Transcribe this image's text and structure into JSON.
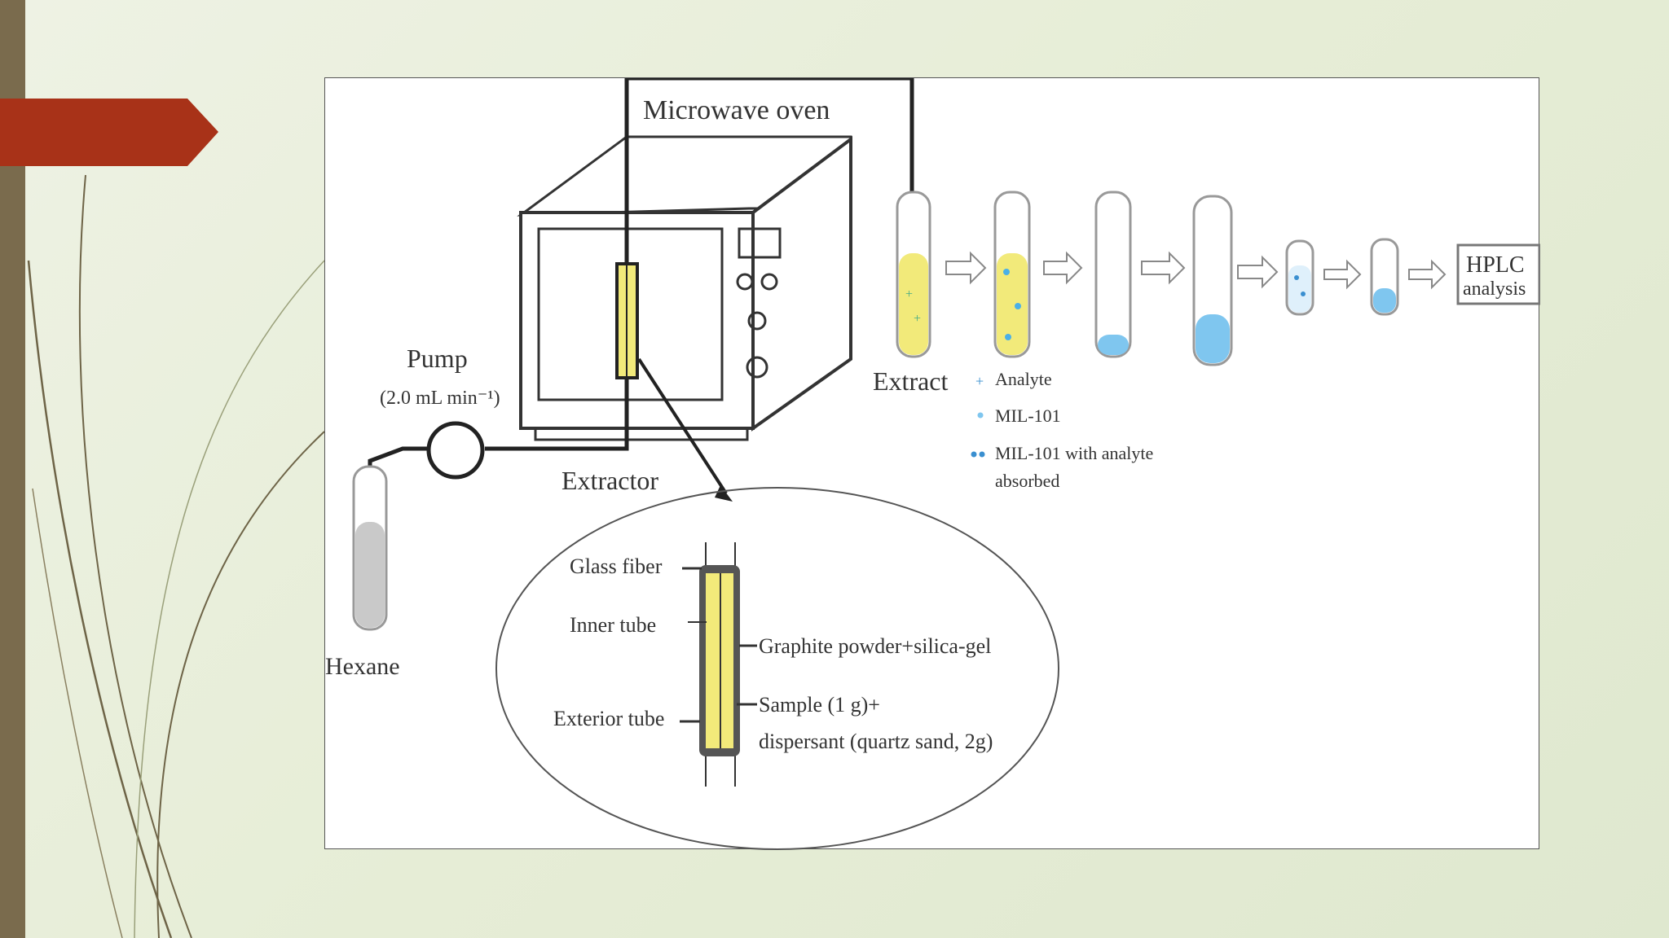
{
  "colors": {
    "background": "#e8eed9",
    "left_bar": "#7a6b4d",
    "arrow_tab": "#a83218",
    "yellow_fill": "#f2ea7a",
    "blue_fill": "#7fc6ef",
    "gray_fill": "#c9c9c9"
  },
  "diagram": {
    "microwave_label": "Microwave oven",
    "pump_label": "Pump",
    "pump_rate": "(2.0 mL min⁻¹)",
    "extractor_label": "Extractor",
    "hexane_label": "Hexane",
    "extract_label": "Extract",
    "hplc_line1": "HPLC",
    "hplc_line2": "analysis",
    "legend": {
      "analyte": "Analyte",
      "mil101": "MIL-101",
      "mil101_absorbed_line1": "MIL-101 with analyte",
      "mil101_absorbed_line2": "absorbed"
    },
    "detail": {
      "glass_fiber": "Glass fiber",
      "inner_tube": "Inner tube",
      "exterior_tube": "Exterior tube",
      "graphite": "Graphite powder+silica-gel",
      "sample_line1": "Sample (1 g)+",
      "sample_line2": "dispersant (quartz sand, 2g)"
    }
  }
}
